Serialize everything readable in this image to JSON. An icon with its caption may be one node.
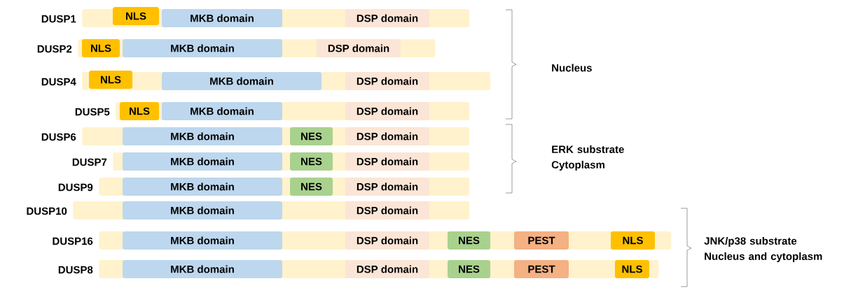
{
  "diagram": {
    "nodes": [
      {
        "text": [
          "DUSP1"
        ]
      },
      {
        "text": [
          "NLS"
        ],
        "in": 0
      },
      {
        "text": [
          "MKB domain"
        ],
        "in": 0
      },
      {
        "text": [
          "DSP domain"
        ],
        "in": 0
      },
      {
        "text": [
          "DUSP2"
        ]
      },
      {
        "text": [
          "NLS"
        ],
        "in": 4
      },
      {
        "text": [
          "MKB domain"
        ],
        "in": 4
      },
      {
        "text": [
          "DSP domain"
        ],
        "in": 4
      },
      {
        "text": [
          "DUSP4"
        ]
      },
      {
        "text": [
          "NLS"
        ],
        "in": 8
      },
      {
        "text": [
          "MKB domain"
        ],
        "in": 8
      },
      {
        "text": [
          "DSP domain"
        ],
        "in": 8
      },
      {
        "text": [
          "DUSP5"
        ]
      },
      {
        "text": [
          "NLS"
        ],
        "in": 12
      },
      {
        "text": [
          "MKB domain"
        ],
        "in": 12
      },
      {
        "text": [
          "DSP domain"
        ],
        "in": 12
      },
      {
        "text": [
          "DUSP6"
        ]
      },
      {
        "text": [
          "MKB domain"
        ],
        "in": 16
      },
      {
        "text": [
          "NES"
        ],
        "in": 16
      },
      {
        "text": [
          "DSP domain"
        ],
        "in": 16
      },
      {
        "text": [
          "DUSP7"
        ]
      },
      {
        "text": [
          "MKB domain"
        ],
        "in": 20
      },
      {
        "text": [
          "NES"
        ],
        "in": 20
      },
      {
        "text": [
          "DSP domain"
        ],
        "in": 20
      },
      {
        "text": [
          "DUSP9"
        ]
      },
      {
        "text": [
          "MKB domain"
        ],
        "in": 24
      },
      {
        "text": [
          "NES"
        ],
        "in": 24
      },
      {
        "text": [
          "DSP domain"
        ],
        "in": 24
      },
      {
        "text": [
          "DUSP10"
        ]
      },
      {
        "text": [
          "MKB domain"
        ],
        "in": 28
      },
      {
        "text": [
          "DSP domain"
        ],
        "in": 28
      },
      {
        "text": [
          "DUSP16"
        ]
      },
      {
        "text": [
          "MKB domain"
        ],
        "in": 31
      },
      {
        "text": [
          "DSP domain"
        ],
        "in": 31
      },
      {
        "text": [
          "NES"
        ],
        "in": 31
      },
      {
        "text": [
          "PEST"
        ],
        "in": 31
      },
      {
        "text": [
          "NLS"
        ],
        "in": 31
      },
      {
        "text": [
          "DUSP8"
        ]
      },
      {
        "text": [
          "MKB domain"
        ],
        "in": 37
      },
      {
        "text": [
          "DSP domain"
        ],
        "in": 37
      },
      {
        "text": [
          "NES"
        ],
        "in": 37
      },
      {
        "text": [
          "PEST"
        ],
        "in": 37
      },
      {
        "text": [
          "NLS"
        ],
        "in": 37
      }
    ],
    "labels": [
      "Nucleus",
      "ERK substrate Cytoplasm",
      "JNK/p38 substrate Nucleus and cytoplasm"
    ]
  }
}
